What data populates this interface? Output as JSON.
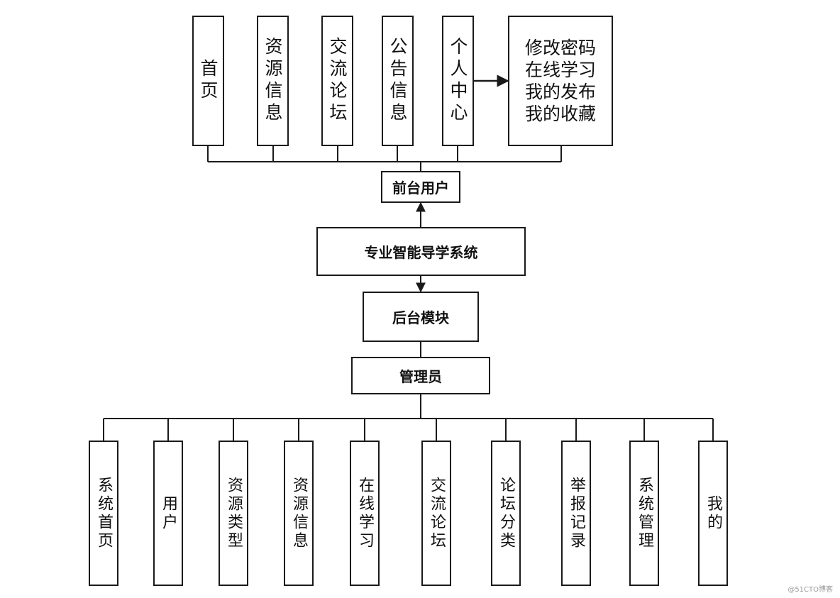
{
  "front": {
    "modules": [
      "首页",
      "资源信息",
      "交流论坛",
      "公告信息",
      "个人中心"
    ],
    "personal_center_items": [
      "修改密码",
      "在线学习",
      "我的发布",
      "我的收藏"
    ],
    "user_label": "前台用户"
  },
  "system": {
    "label": "专业智能导学系统"
  },
  "back": {
    "module_label": "后台模块",
    "admin_label": "管理员",
    "modules": [
      "系统首页",
      "用户",
      "资源类型",
      "资源信息",
      "在线学习",
      "交流论坛",
      "论坛分类",
      "举报记录",
      "系统管理",
      "我的"
    ]
  },
  "watermark": "@51CTO博客",
  "colors": {
    "line": "#1a1a1a",
    "background": "#ffffff"
  }
}
